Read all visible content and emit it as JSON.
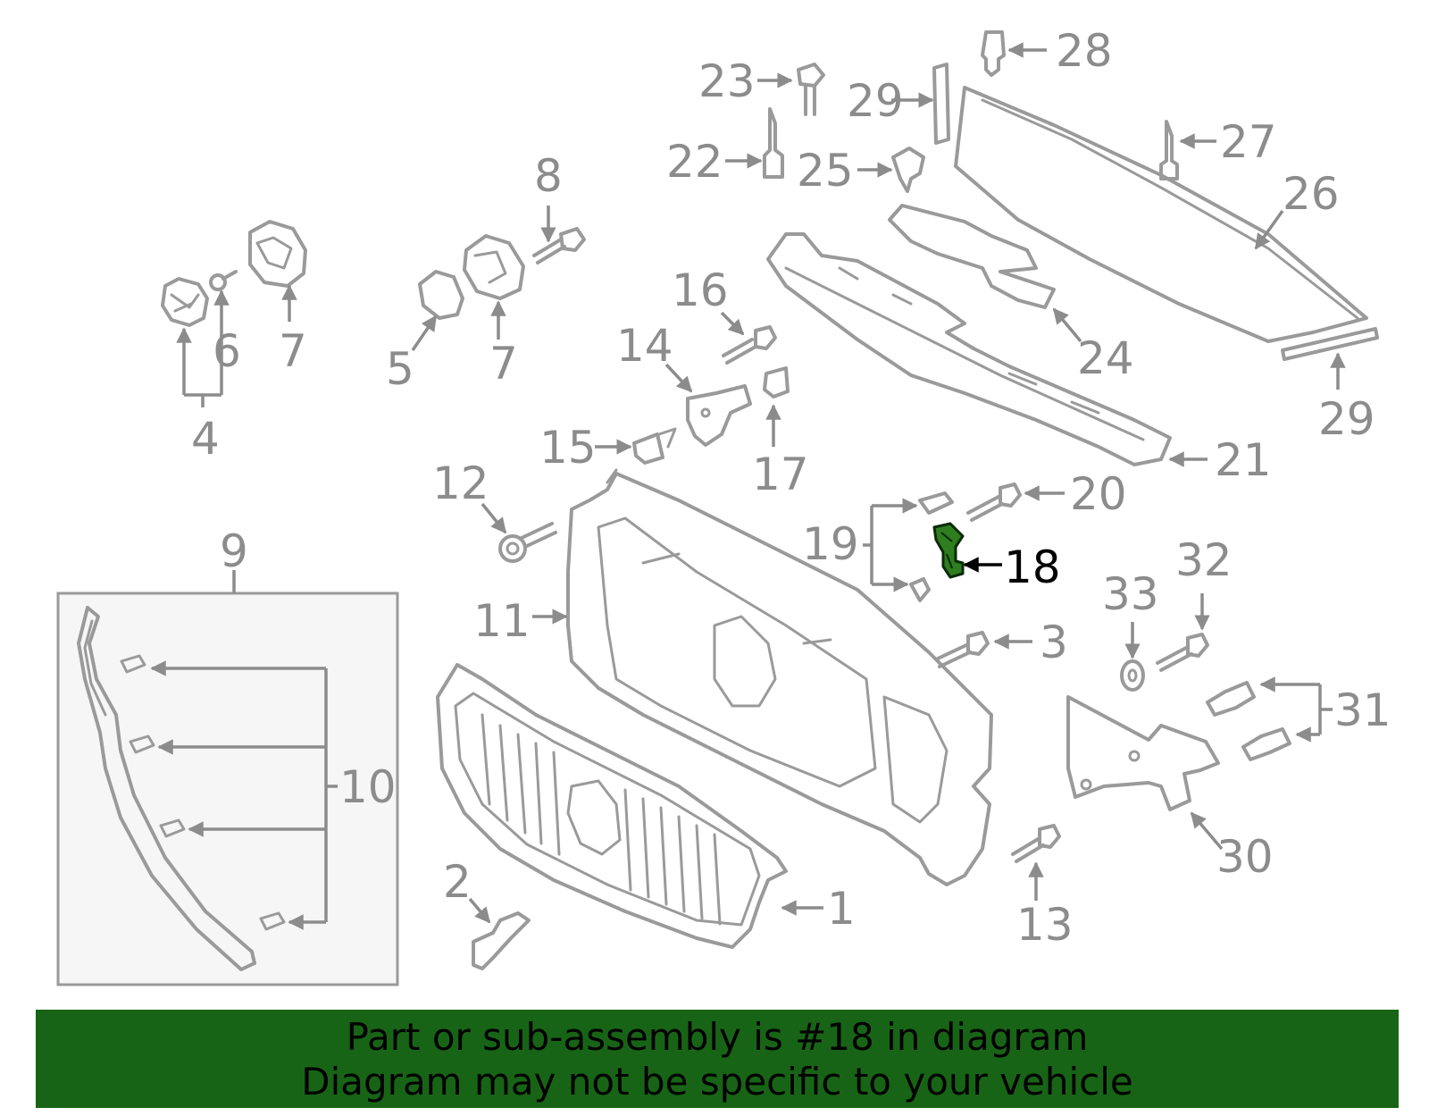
{
  "callouts": [
    {
      "id": "1",
      "text": "1"
    },
    {
      "id": "2",
      "text": "2"
    },
    {
      "id": "3",
      "text": "3"
    },
    {
      "id": "4",
      "text": "4"
    },
    {
      "id": "5",
      "text": "5"
    },
    {
      "id": "6",
      "text": "6"
    },
    {
      "id": "7a",
      "text": "7"
    },
    {
      "id": "7b",
      "text": "7"
    },
    {
      "id": "8",
      "text": "8"
    },
    {
      "id": "9",
      "text": "9"
    },
    {
      "id": "10",
      "text": "10"
    },
    {
      "id": "11",
      "text": "11"
    },
    {
      "id": "12",
      "text": "12"
    },
    {
      "id": "13",
      "text": "13"
    },
    {
      "id": "14",
      "text": "14"
    },
    {
      "id": "15",
      "text": "15"
    },
    {
      "id": "16",
      "text": "16"
    },
    {
      "id": "17",
      "text": "17"
    },
    {
      "id": "18",
      "text": "18"
    },
    {
      "id": "19",
      "text": "19"
    },
    {
      "id": "20",
      "text": "20"
    },
    {
      "id": "21",
      "text": "21"
    },
    {
      "id": "22",
      "text": "22"
    },
    {
      "id": "23",
      "text": "23"
    },
    {
      "id": "24",
      "text": "24"
    },
    {
      "id": "25",
      "text": "25"
    },
    {
      "id": "26",
      "text": "26"
    },
    {
      "id": "27",
      "text": "27"
    },
    {
      "id": "28",
      "text": "28"
    },
    {
      "id": "29a",
      "text": "29"
    },
    {
      "id": "29b",
      "text": "29"
    },
    {
      "id": "30",
      "text": "30"
    },
    {
      "id": "31",
      "text": "31"
    },
    {
      "id": "32",
      "text": "32"
    },
    {
      "id": "33",
      "text": "33"
    }
  ],
  "highlighted_part": "18",
  "banner": {
    "line1": "Part or sub-assembly is #18 in diagram",
    "line2": "Diagram may not be specific to your vehicle"
  },
  "colors": {
    "banner_bg": "#186416",
    "highlight_part": "#2e7d1f",
    "line_art": "#9a9a9a",
    "label": "#8c8c8c"
  }
}
